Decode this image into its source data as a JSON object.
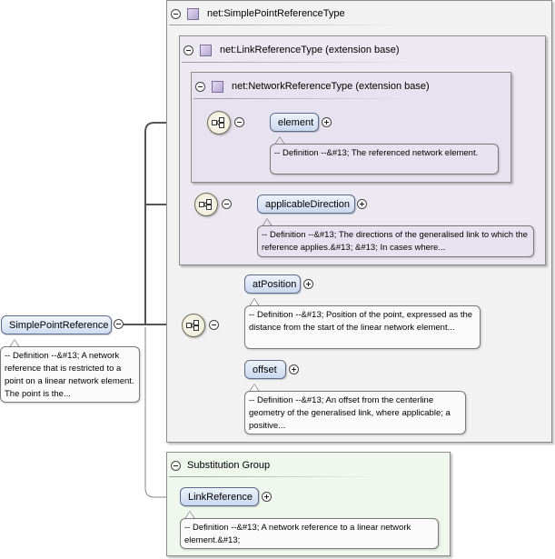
{
  "types": {
    "simple_point_reference_type": "net:SimplePointReferenceType",
    "link_reference_type": "net:LinkReferenceType (extension base)",
    "network_reference_type": "net:NetworkReferenceType (extension base)"
  },
  "root": {
    "name": "SimplePointReference",
    "definition": "-- Definition --&#13; A network reference that is restricted to a point on a linear network element. The point is the..."
  },
  "elements": {
    "element": {
      "name": "element",
      "definition": "-- Definition --&#13; The referenced network element."
    },
    "applicable_direction": {
      "name": "applicableDirection",
      "definition": "-- Definition --&#13; The directions of the generalised link to which the reference applies.&#13; &#13; In cases where..."
    },
    "at_position": {
      "name": "atPosition",
      "definition": "-- Definition --&#13; Position of the point, expressed as the distance from the start of the linear network element..."
    },
    "offset": {
      "name": "offset",
      "definition": "-- Definition --&#13; An offset from the centerline geometry of the generalised link, where applicable; a positive..."
    }
  },
  "substitution_group": {
    "title": "Substitution Group",
    "member": {
      "name": "LinkReference",
      "definition": "-- Definition --&#13; A network reference to a linear network element.&#13;"
    }
  },
  "colors": {
    "outer_box": "#f2f2f2",
    "extension_box": "#ece9f3",
    "substitution_box": "#f0f8ed",
    "element_fill": "#c9d8ee",
    "connector": "#555555"
  },
  "icons": {
    "collapse": "collapse-minus-icon",
    "expand": "expand-plus-icon",
    "type": "complex-type-icon",
    "sequence": "sequence-compositor-icon"
  }
}
